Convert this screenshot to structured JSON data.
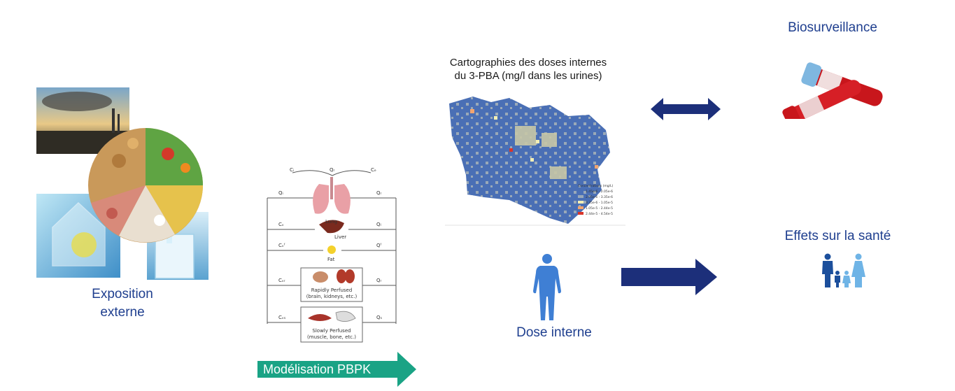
{
  "exposure": {
    "label_line1": "Exposition",
    "label_line2": "externe"
  },
  "pbpk": {
    "banner": "Modélisation PBPK",
    "top_labels": [
      "Cᵢ",
      "Qᵣ",
      "Cₑ"
    ],
    "compartments": [
      {
        "name": "Lung",
        "left": "Qᵢ",
        "right": "Qᵣ"
      },
      {
        "name": "Liver",
        "left": "Cᵥ",
        "right": "Qₗ"
      },
      {
        "name": "Fat",
        "left": "Cᵥᶠ",
        "right": "Qᶠ"
      },
      {
        "name": "Rapidly Perfused",
        "sub": "(brain, kidneys, etc.)",
        "left": "Cᵥᵣ",
        "right": "Qᵣ"
      },
      {
        "name": "Slowly Perfused",
        "sub": "(muscle, bone, etc.)",
        "left": "Cᵥₛ",
        "right": "Qₛ"
      }
    ]
  },
  "map": {
    "title_line1": "Cartographies des doses internes",
    "title_line2": "du 3-PBA (mg/l dans les urines)",
    "legend_title": "Concentrations (mg/L)",
    "legend": [
      {
        "label": "1.45e-6 - 2.05e-6",
        "color": "#4a6fb5"
      },
      {
        "label": "2.05e-6 - 3.35e-6",
        "color": "#9aa9b8"
      },
      {
        "label": "3.35e-6 - 1.05e-5",
        "color": "#f3efb5"
      },
      {
        "label": "1.05e-5 - 2.44e-5",
        "color": "#f2a570"
      },
      {
        "label": "2.44e-5 - 4.54e-5",
        "color": "#d9352a"
      }
    ]
  },
  "internal_dose": {
    "label": "Dose interne"
  },
  "biomonitoring": {
    "label": "Biosurveillance"
  },
  "health": {
    "label": "Effets sur la santé"
  },
  "colors": {
    "navy": "#1c2f7a",
    "teal": "#1aa385",
    "label_blue": "#1f3f8f"
  }
}
